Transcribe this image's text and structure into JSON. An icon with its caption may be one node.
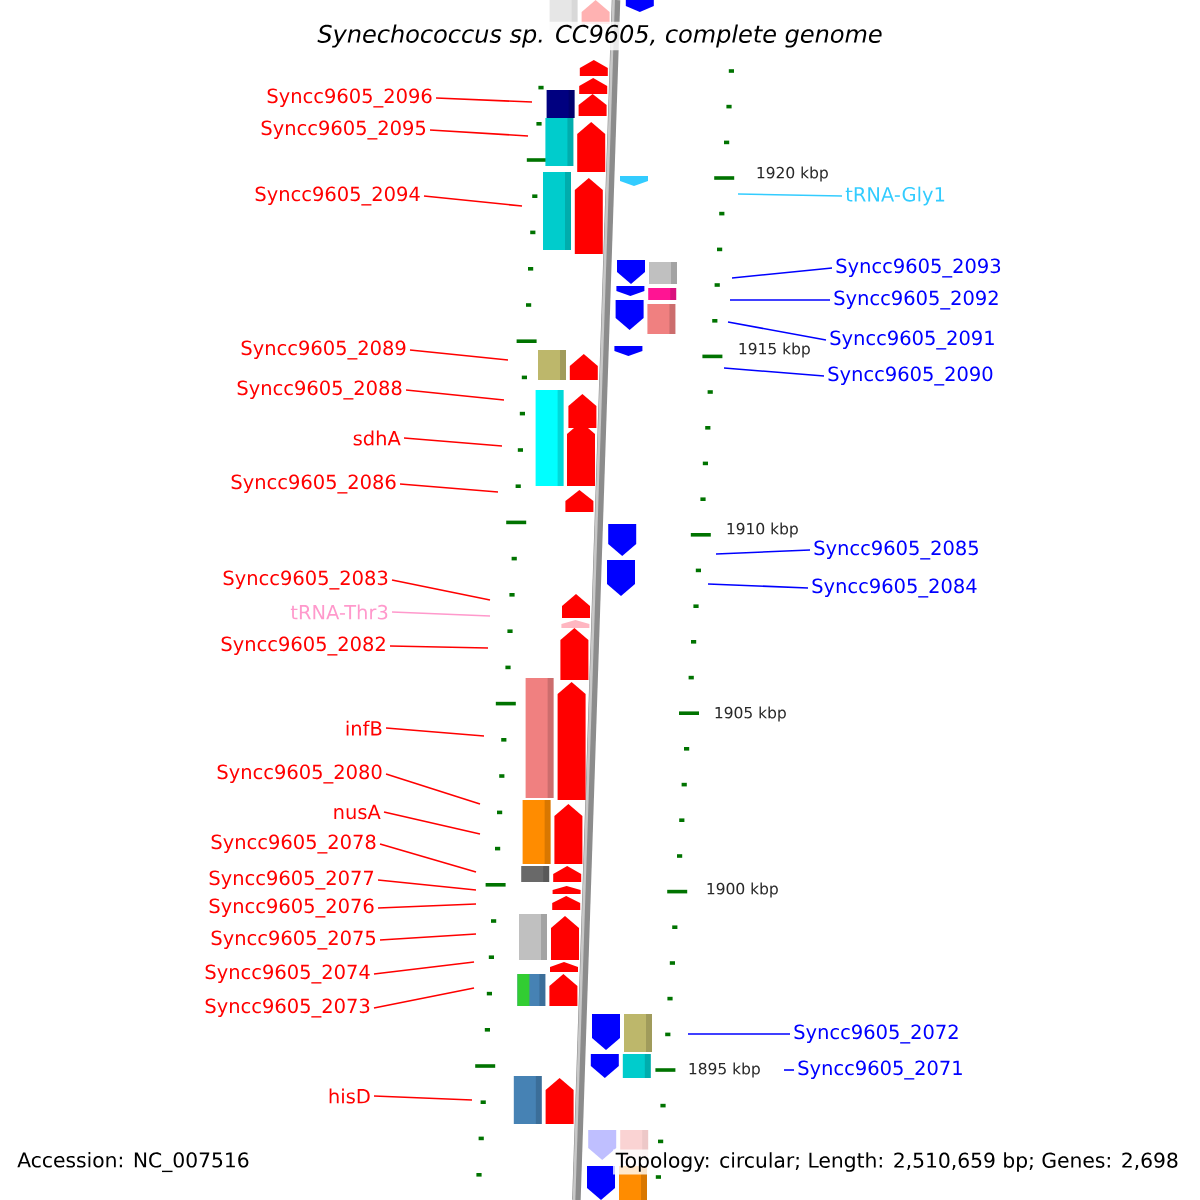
{
  "diagram": {
    "title": "Synechococcus sp. CC9605, complete genome",
    "nodes": [
      {
        "text": [
          "Syncc9605_2096"
        ]
      },
      {
        "text": [
          "Syncc9605_2095"
        ]
      },
      {
        "text": [
          "Syncc9605_2094"
        ]
      },
      {
        "text": [
          "Syncc9605_2089"
        ]
      },
      {
        "text": [
          "Syncc9605_2088"
        ]
      },
      {
        "text": [
          "sdhA"
        ]
      },
      {
        "text": [
          "Syncc9605_2086"
        ]
      },
      {
        "text": [
          "Syncc9605_2083"
        ]
      },
      {
        "text": [
          "tRNA-Thr3"
        ]
      },
      {
        "text": [
          "Syncc9605_2082"
        ]
      },
      {
        "text": [
          "infB"
        ]
      },
      {
        "text": [
          "Syncc9605_2080"
        ]
      },
      {
        "text": [
          "nusA"
        ]
      },
      {
        "text": [
          "Syncc9605_2078"
        ]
      },
      {
        "text": [
          "Syncc9605_2077"
        ]
      },
      {
        "text": [
          "Syncc9605_2076"
        ]
      },
      {
        "text": [
          "Syncc9605_2075"
        ]
      },
      {
        "text": [
          "Syncc9605_2074"
        ]
      },
      {
        "text": [
          "Syncc9605_2073"
        ]
      },
      {
        "text": [
          "hisD"
        ]
      },
      {
        "text": [
          "tRNA-Gly1"
        ]
      },
      {
        "text": [
          "Syncc9605_2093"
        ]
      },
      {
        "text": [
          "Syncc9605_2092"
        ]
      },
      {
        "text": [
          "Syncc9605_2091"
        ]
      },
      {
        "text": [
          "Syncc9605_2090"
        ]
      },
      {
        "text": [
          "Syncc9605_2085"
        ]
      },
      {
        "text": [
          "Syncc9605_2084"
        ]
      },
      {
        "text": [
          "Syncc9605_2072"
        ]
      },
      {
        "text": [
          "Syncc9605_2071"
        ]
      }
    ],
    "edges": [
      {
        "from": 0,
        "to": null,
        "arrow": "none"
      },
      {
        "from": 1,
        "to": null,
        "arrow": "none"
      },
      {
        "from": 2,
        "to": null,
        "arrow": "none"
      },
      {
        "from": 3,
        "to": null,
        "arrow": "none"
      },
      {
        "from": 4,
        "to": null,
        "arrow": "none"
      },
      {
        "from": 5,
        "to": null,
        "arrow": "none"
      },
      {
        "from": 6,
        "to": null,
        "arrow": "none"
      },
      {
        "from": 7,
        "to": null,
        "arrow": "none"
      },
      {
        "from": 8,
        "to": null,
        "arrow": "none",
        "color": "#ff99cc"
      },
      {
        "from": 9,
        "to": null,
        "arrow": "none"
      },
      {
        "from": 10,
        "to": null,
        "arrow": "none"
      },
      {
        "from": 11,
        "to": null,
        "arrow": "none"
      },
      {
        "from": 12,
        "to": null,
        "arrow": "none"
      },
      {
        "from": 13,
        "to": null,
        "arrow": "none"
      },
      {
        "from": 14,
        "to": null,
        "arrow": "none"
      },
      {
        "from": 15,
        "to": null,
        "arrow": "none"
      },
      {
        "from": 16,
        "to": null,
        "arrow": "none"
      },
      {
        "from": 17,
        "to": null,
        "arrow": "none"
      },
      {
        "from": 18,
        "to": null,
        "arrow": "none"
      },
      {
        "from": 19,
        "to": null,
        "arrow": "none"
      },
      {
        "from": 20,
        "to": null,
        "arrow": "none",
        "color": "#33ccff"
      },
      {
        "from": 21,
        "to": null,
        "arrow": "none",
        "color": "#0000ff"
      },
      {
        "from": 22,
        "to": null,
        "arrow": "none",
        "color": "#0000ff"
      },
      {
        "from": 23,
        "to": null,
        "arrow": "none",
        "color": "#0000ff"
      },
      {
        "from": 24,
        "to": null,
        "arrow": "none",
        "color": "#0000ff"
      },
      {
        "from": 25,
        "to": null,
        "arrow": "none",
        "color": "#0000ff"
      },
      {
        "from": 26,
        "to": null,
        "arrow": "none",
        "color": "#0000ff"
      },
      {
        "from": 27,
        "to": null,
        "arrow": "none",
        "color": "#0000ff"
      },
      {
        "from": 28,
        "to": null,
        "arrow": "none",
        "color": "#0000ff"
      }
    ],
    "labels": [
      "1920 kbp",
      "1915 kbp",
      "1910 kbp",
      "1905 kbp",
      "1900 kbp",
      "1895 kbp",
      "Accession: NC_007516",
      "Topology: circular; Length: 2,510,659 bp; Genes: 2,698"
    ]
  }
}
